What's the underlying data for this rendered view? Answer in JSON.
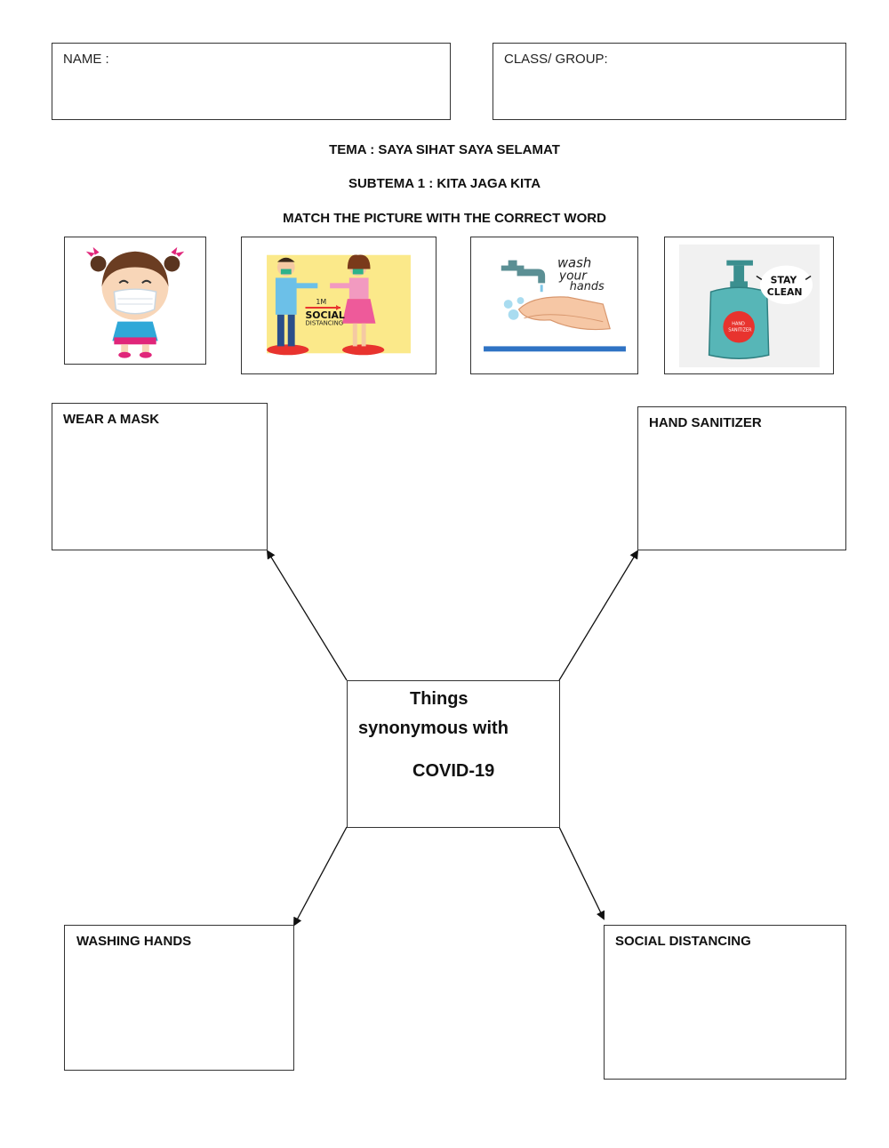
{
  "header": {
    "name_label": "NAME :",
    "class_label": "CLASS/ GROUP:"
  },
  "titles": {
    "theme": "TEMA : SAYA SIHAT SAYA SELAMAT",
    "subtheme": "SUBTEMA 1 : KITA JAGA KITA",
    "instruction": "MATCH THE PICTURE WITH THE CORRECT WORD"
  },
  "pictures": [
    {
      "icon": "girl-wearing-mask-icon"
    },
    {
      "icon": "social-distancing-icon",
      "caption_line1": "1M",
      "caption_line2": "SOCIAL",
      "caption_line3": "DISTANCING"
    },
    {
      "icon": "wash-hands-icon",
      "caption_line1": "wash",
      "caption_line2": "your",
      "caption_line3": "hands"
    },
    {
      "icon": "hand-sanitizer-bottle-icon",
      "bubble_line1": "STAY",
      "bubble_line2": "CLEAN",
      "bottle_line1": "HAND",
      "bottle_line2": "SANITIZER"
    }
  ],
  "center": {
    "line1": "Things",
    "line2": "synonymous with",
    "line3": "COVID-19"
  },
  "answers": {
    "top_left": "WEAR A MASK",
    "top_right": "HAND SANITIZER",
    "bottom_left": "WASHING HANDS",
    "bottom_right": "SOCIAL DISTANCING"
  }
}
